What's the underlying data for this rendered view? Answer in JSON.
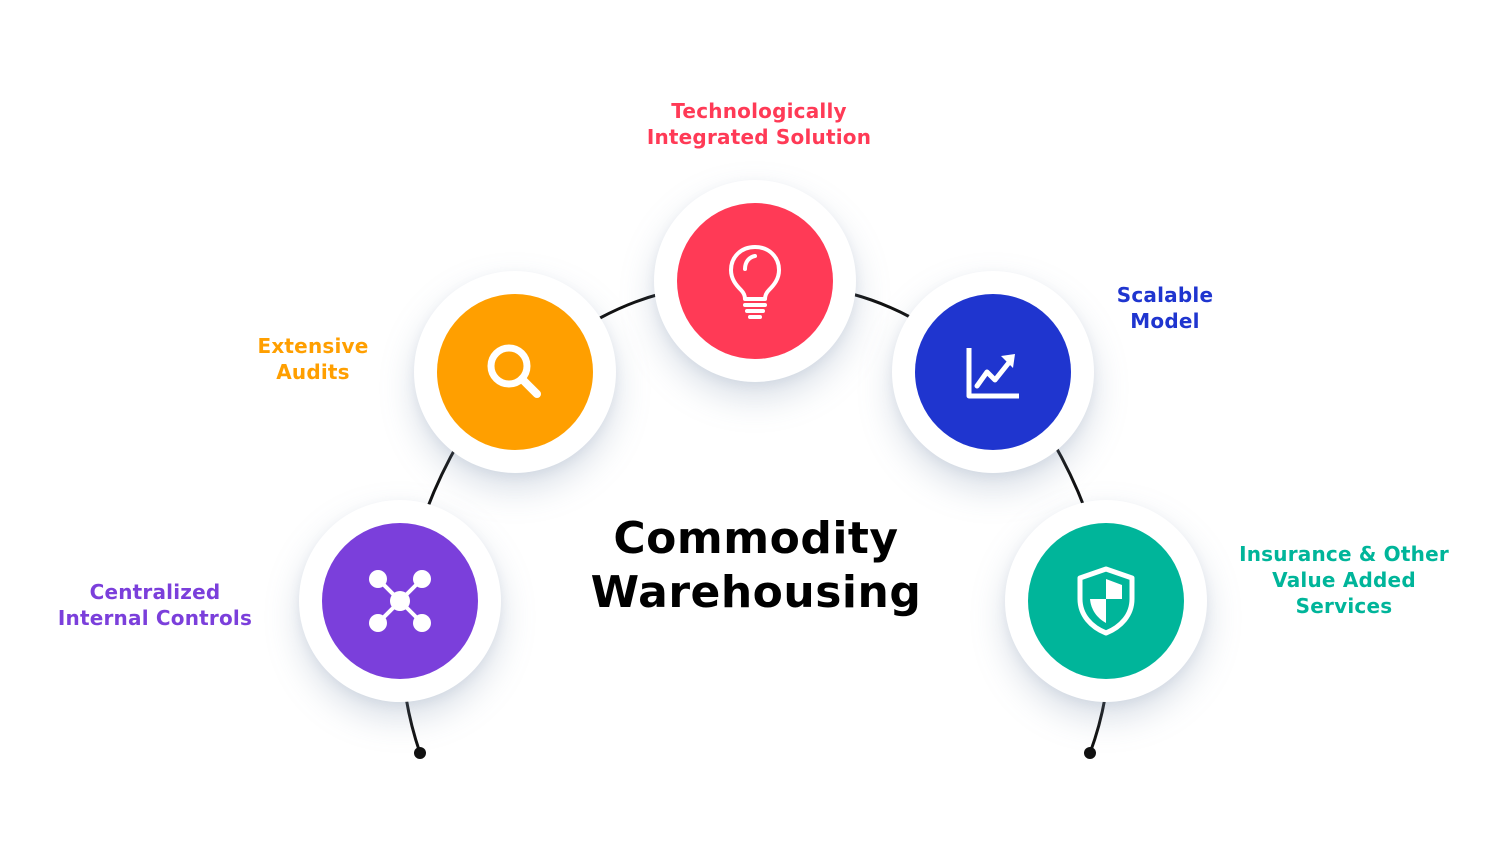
{
  "diagram": {
    "title_line1": "Commodity",
    "title_line2": "Warehousing",
    "nodes": [
      {
        "id": "technology",
        "label_line1": "Technologically",
        "label_line2": "Integrated Solution",
        "color": "#FF3A56",
        "icon": "lightbulb-icon"
      },
      {
        "id": "audits",
        "label_line1": "Extensive",
        "label_line2": "Audits",
        "color": "#FF9F00",
        "icon": "search-icon"
      },
      {
        "id": "scalable",
        "label_line1": "Scalable",
        "label_line2": "Model",
        "color": "#1F35CF",
        "icon": "chart-growth-icon"
      },
      {
        "id": "controls",
        "label_line1": "Centralized",
        "label_line2": "Internal Controls",
        "color": "#7B3FDB",
        "icon": "network-nodes-icon"
      },
      {
        "id": "insurance",
        "label_line1": "Insurance & Other",
        "label_line2": "Value Added",
        "label_line3": "Services",
        "color": "#00B59A",
        "icon": "shield-icon"
      }
    ],
    "arc_color": "#111111"
  }
}
